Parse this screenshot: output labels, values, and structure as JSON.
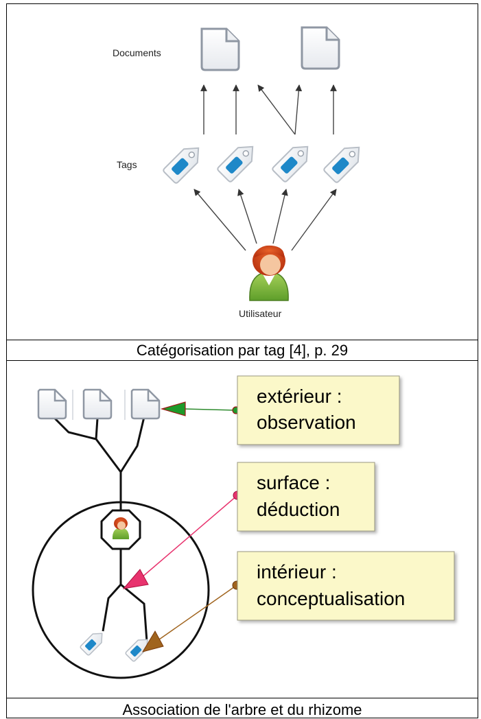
{
  "top": {
    "labels": {
      "documents": "Documents",
      "tags": "Tags",
      "user": "Utilisateur"
    },
    "caption": "Catégorisation par tag [4], p. 29"
  },
  "bottom": {
    "notes": [
      {
        "line1": "extérieur :",
        "line2": "observation",
        "arrow_color": "#2e8b2e"
      },
      {
        "line1": "surface :",
        "line2": "déduction",
        "arrow_color": "#e8336e"
      },
      {
        "line1": "intérieur :",
        "line2": "conceptualisation",
        "arrow_color": "#a0641e"
      }
    ],
    "caption": "Association de l'arbre et du rhizome"
  },
  "colors": {
    "note_bg": "#fbf8c9",
    "tag_blue": "#1e88c8",
    "frame": "#000000"
  },
  "icons": [
    "document-icon",
    "tag-icon",
    "user-icon"
  ]
}
